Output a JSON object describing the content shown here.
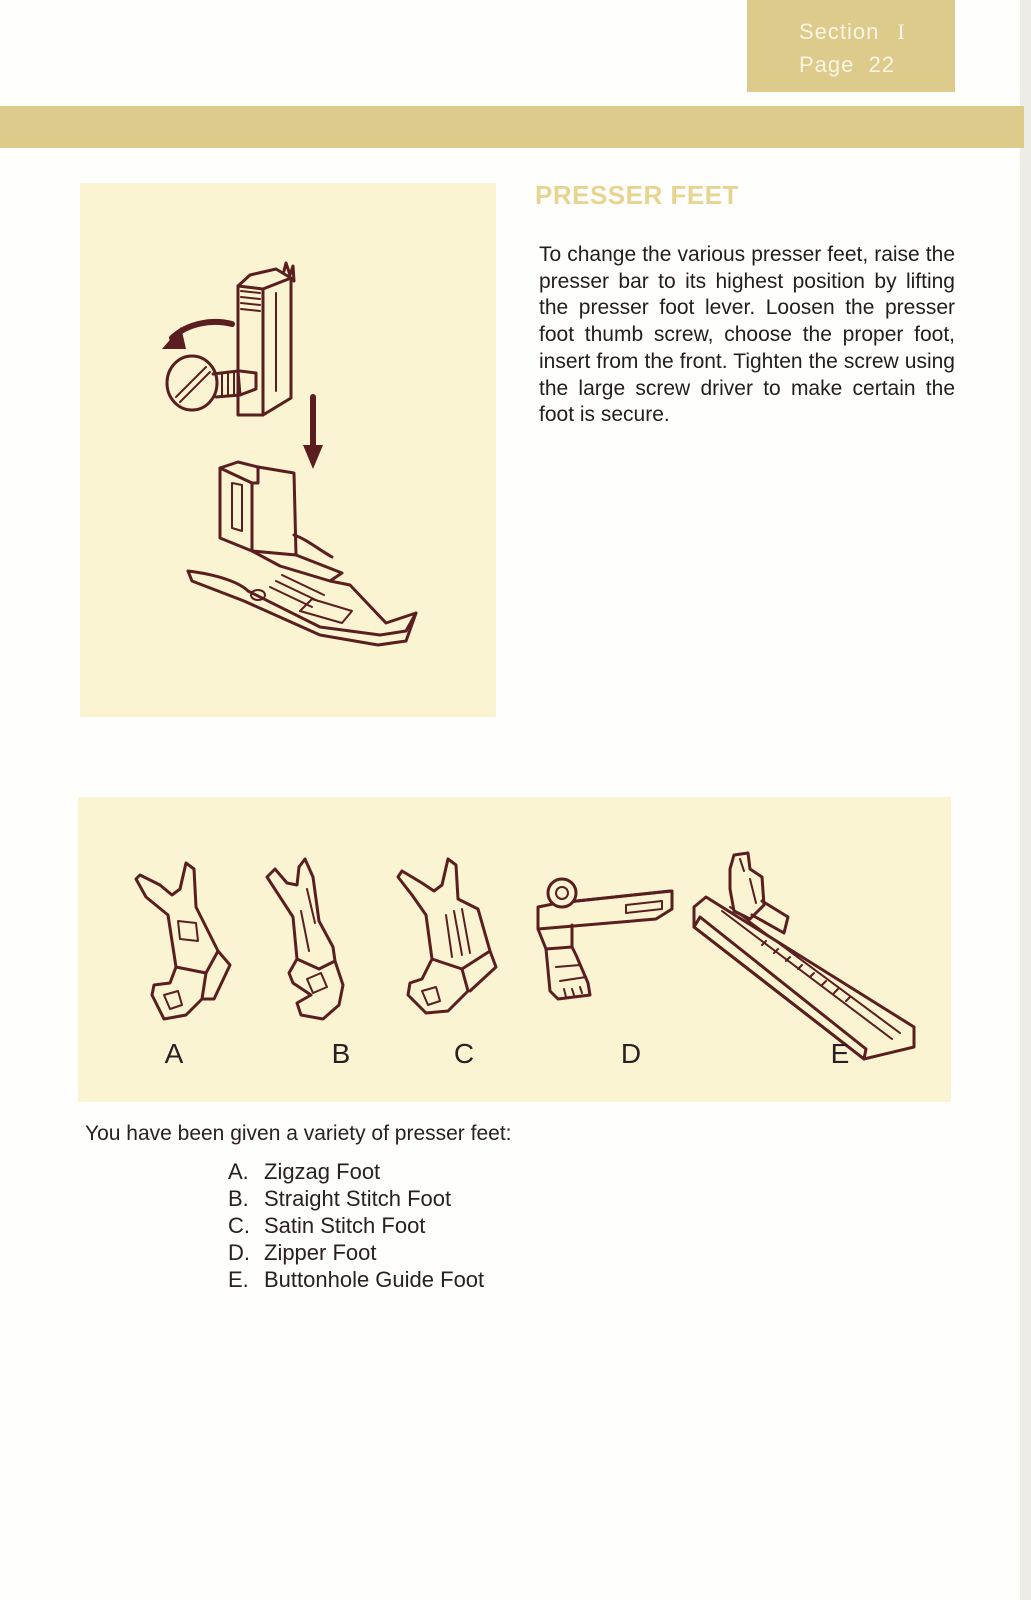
{
  "header": {
    "section_label": "Section",
    "section_number": "I",
    "page_label": "Page",
    "page_number": "22"
  },
  "main": {
    "heading": "PRESSER FEET",
    "intro_paragraph": "To change the various presser feet, raise the presser bar to its highest position by lifting the presser foot lever. Loosen the presser foot thumb screw, choose the proper foot, insert from the front. Tighten the screw using the large screw driver to make certain the foot is secure."
  },
  "feet_illustration": {
    "labels": [
      "A",
      "B",
      "C",
      "D",
      "E"
    ]
  },
  "feet_section": {
    "intro": "You have been given a variety of presser feet:",
    "items": [
      {
        "letter": "A.",
        "name": "Zigzag Foot"
      },
      {
        "letter": "B.",
        "name": "Straight Stitch Foot"
      },
      {
        "letter": "C.",
        "name": "Satin Stitch Foot"
      },
      {
        "letter": "D.",
        "name": "Zipper Foot"
      },
      {
        "letter": "E.",
        "name": "Buttonhole Guide Foot"
      }
    ]
  },
  "colors": {
    "gold_band": "#dccb8a",
    "panel_cream": "#fbf4d2",
    "heading_gold": "#e8d491",
    "ink_maroon": "#5a1e20"
  }
}
